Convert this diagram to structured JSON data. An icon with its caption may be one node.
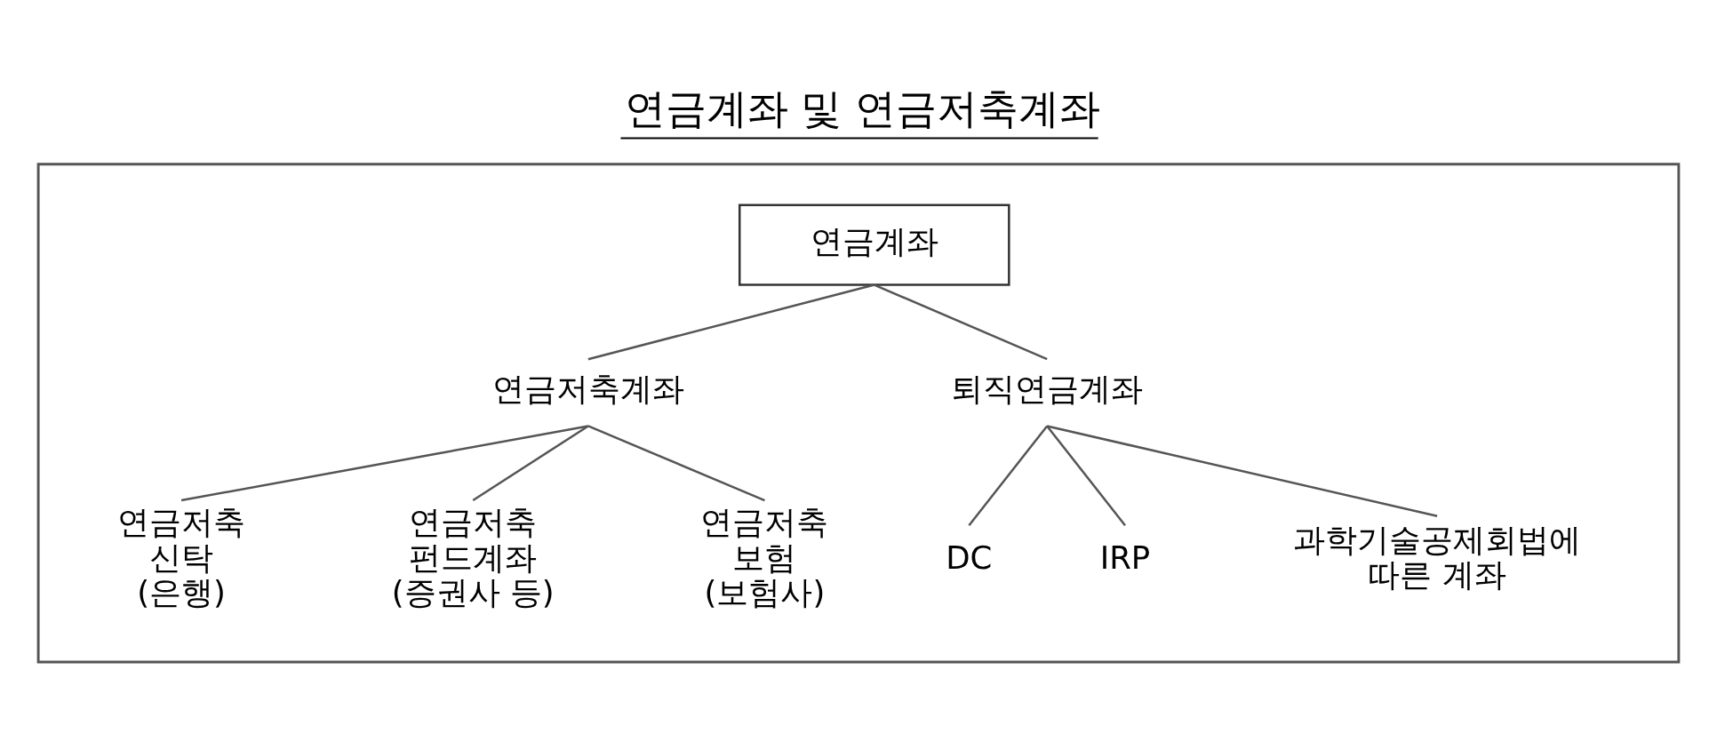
{
  "diagram": {
    "title": "연금계좌 및 연금저축계좌",
    "nodes": [
      {
        "text": [],
        "shape": "box"
      },
      {
        "text": [
          "연금계좌"
        ],
        "in": 0
      },
      {
        "text": [
          "연금저축계좌"
        ],
        "in": 0
      },
      {
        "text": [
          "퇴직연금계좌"
        ],
        "in": 0
      },
      {
        "text": [
          "연금저축 신탁 (은행)"
        ],
        "in": 0
      },
      {
        "text": [
          "연금저축 펀드계좌 (증권사 등)"
        ],
        "in": 0
      },
      {
        "text": [
          "연금저축 보험 (보험사)"
        ],
        "in": 0
      },
      {
        "text": [
          "DC"
        ],
        "in": 0
      },
      {
        "text": [
          "IRP"
        ],
        "in": 0
      },
      {
        "text": [
          "과학기술공제회법에 따른 계좌"
        ],
        "in": 0
      }
    ],
    "edges": [
      {
        "from": 1,
        "to": 2,
        "arrow": "none"
      },
      {
        "from": 1,
        "to": 3,
        "arrow": "none"
      },
      {
        "from": 2,
        "to": 4,
        "arrow": "none"
      },
      {
        "from": 2,
        "to": 5,
        "arrow": "none"
      },
      {
        "from": 2,
        "to": 6,
        "arrow": "none"
      },
      {
        "from": 3,
        "to": 7,
        "arrow": "none"
      },
      {
        "from": 3,
        "to": 8,
        "arrow": "none"
      },
      {
        "from": 3,
        "to": 9,
        "arrow": "none"
      }
    ]
  }
}
